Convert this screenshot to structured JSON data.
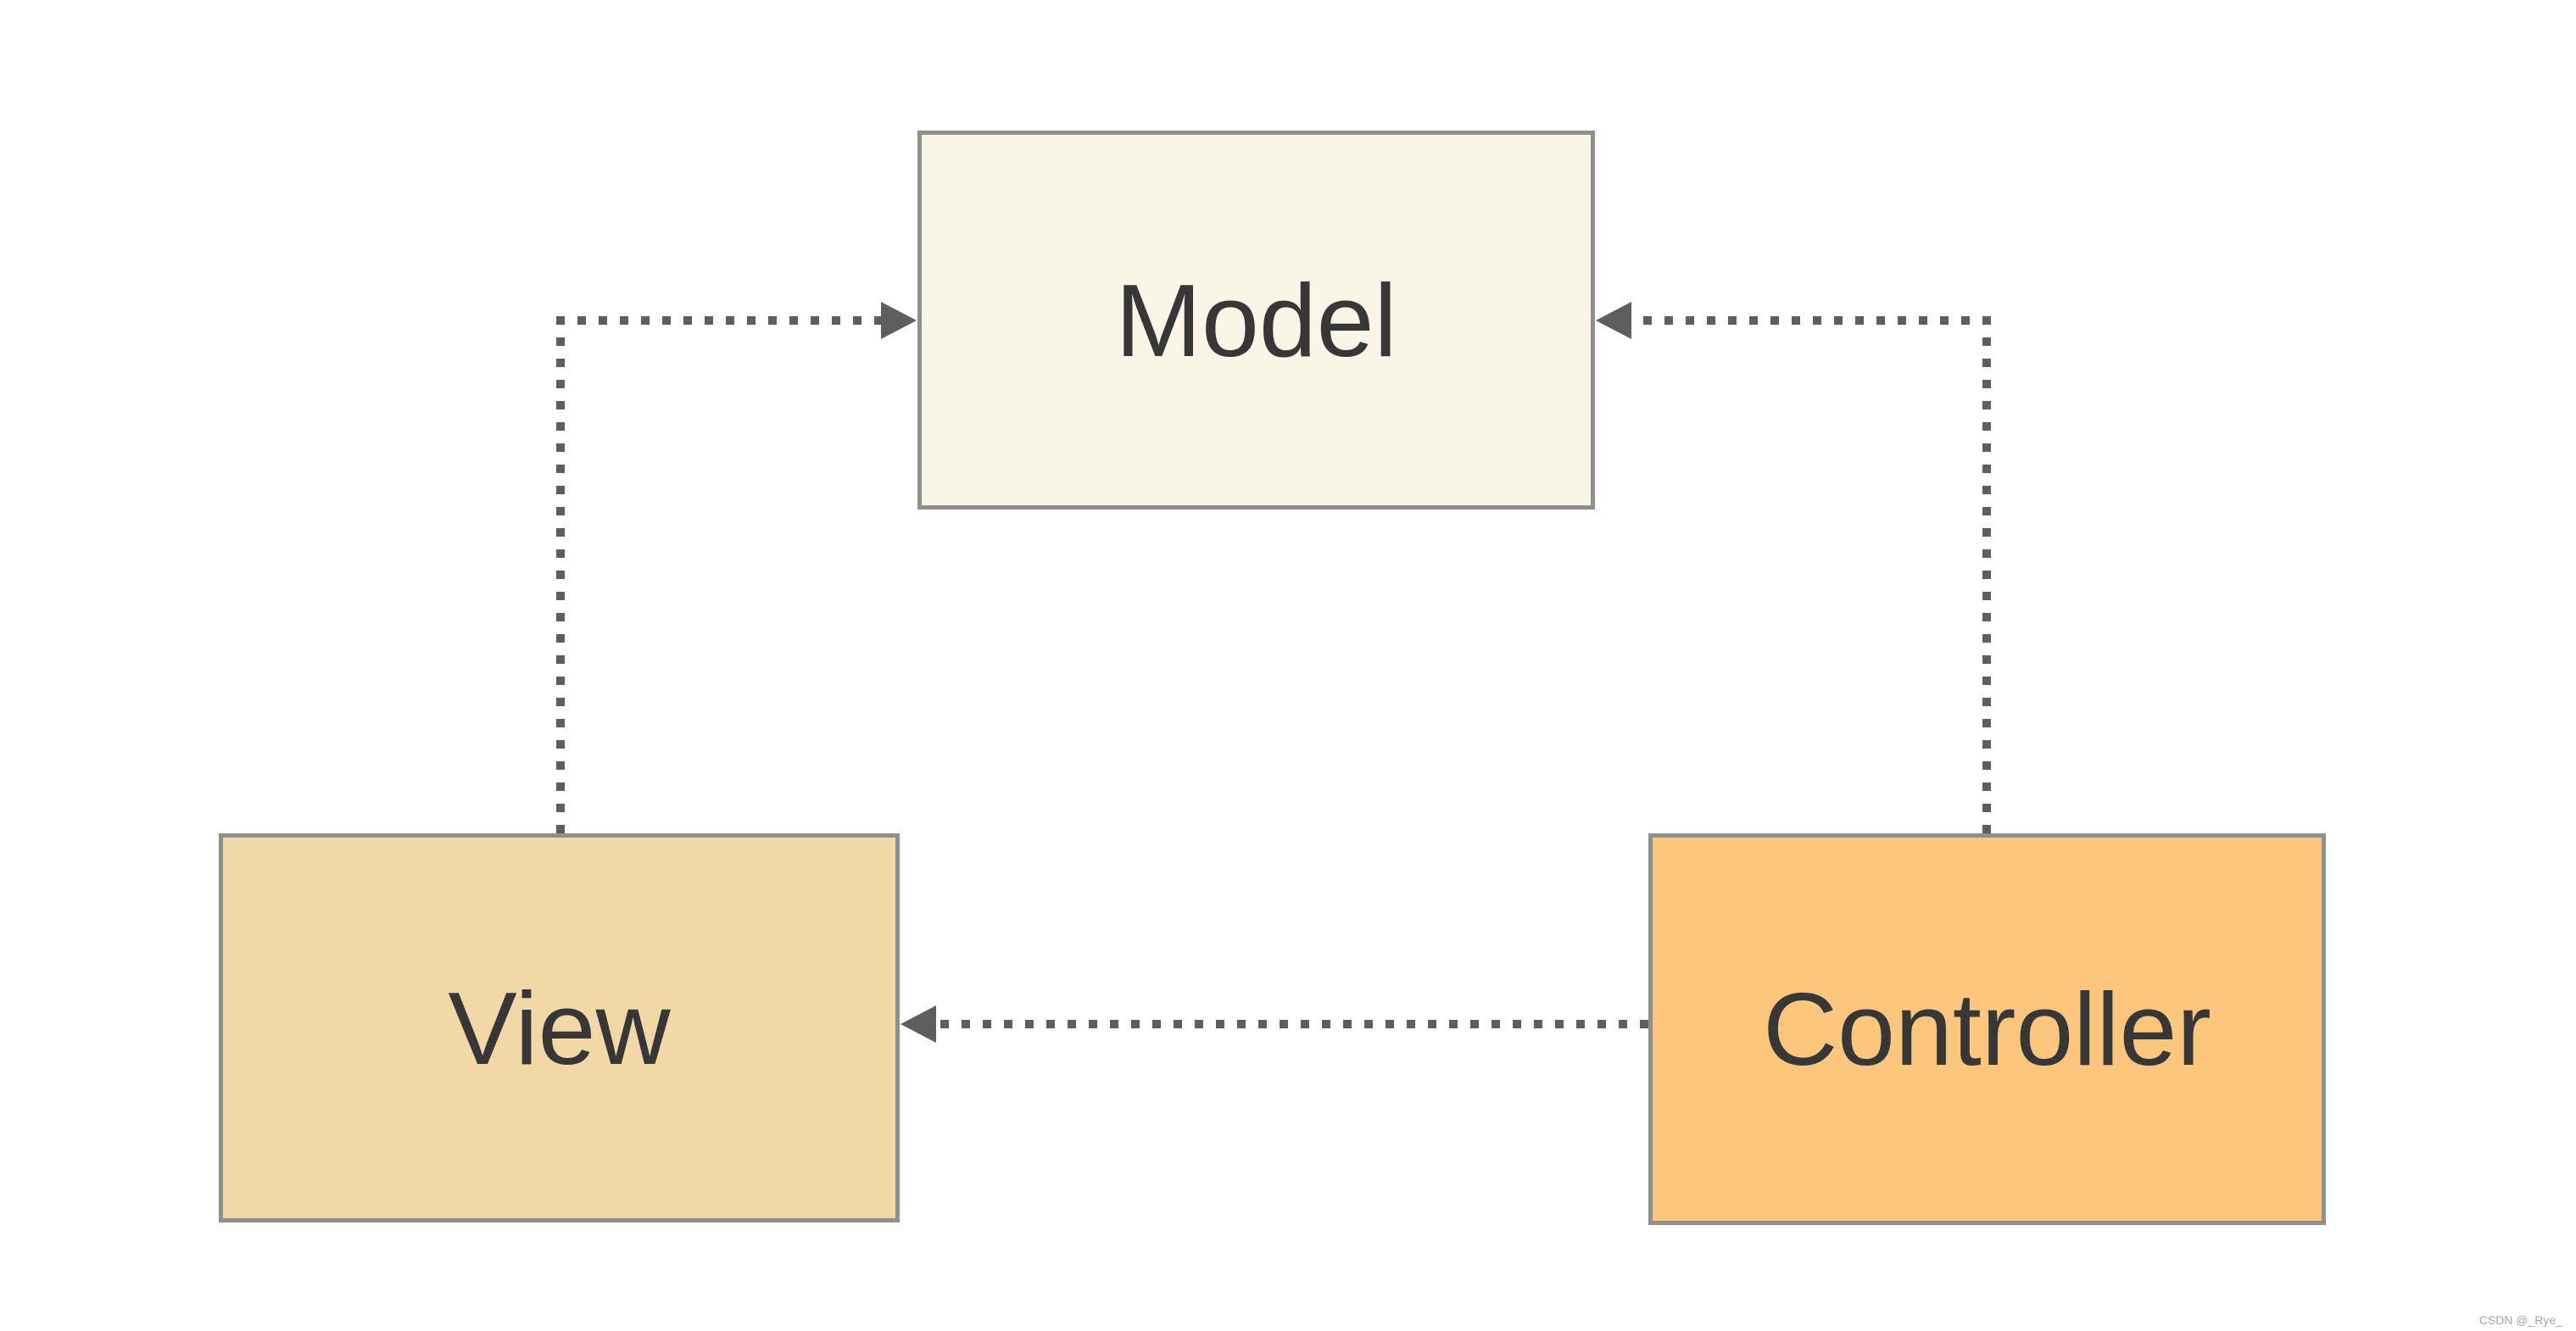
{
  "diagram": {
    "nodes": {
      "model": {
        "label": "Model",
        "fill": "#f9f6e7"
      },
      "view": {
        "label": "View",
        "fill": "#f2d8a7"
      },
      "controller": {
        "label": "Controller",
        "fill": "#fcc77c"
      }
    },
    "edges": [
      {
        "from": "view",
        "to": "model",
        "style": "dotted-arrow"
      },
      {
        "from": "controller",
        "to": "model",
        "style": "dotted-arrow"
      },
      {
        "from": "controller",
        "to": "view",
        "style": "dotted-arrow"
      }
    ],
    "colors": {
      "background": "#ffffff",
      "node_border": "#8f8f8f",
      "arrow": "#5e5e60",
      "label_text": "#373737"
    }
  },
  "watermark": {
    "text": "CSDN @_Rye_",
    "color": "#a6a6a6"
  }
}
